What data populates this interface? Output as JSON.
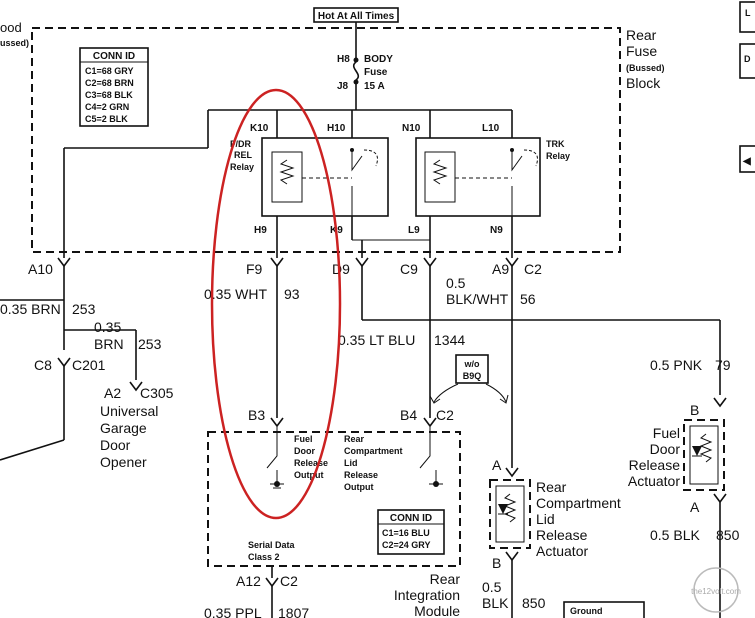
{
  "top_label": "Hot At All Times",
  "corner_left": [
    "ood",
    "ussed)"
  ],
  "corner_right": [
    "L",
    "D",
    "◀"
  ],
  "fuse_block": {
    "title": [
      "Rear",
      "Fuse",
      "(Bussed)",
      "Block"
    ],
    "fuse_top": "H8",
    "fuse_bottom": "J8",
    "fuse_name": [
      "BODY",
      "Fuse",
      "15 A"
    ]
  },
  "conn_id_left": {
    "title": "CONN ID",
    "rows": [
      "C1=68 GRY",
      "C2=68 BRN",
      "C3=68 BLK",
      "C4=2 GRN",
      "C5=2 BLK"
    ]
  },
  "relay_left": {
    "label": [
      "F/DR",
      "REL",
      "Relay"
    ],
    "pins_top": [
      "K10",
      "H10"
    ],
    "pins_bottom": [
      "H9",
      "K9"
    ]
  },
  "relay_right": {
    "label": [
      "TRK",
      "Relay"
    ],
    "pins_top": [
      "N10",
      "L10"
    ],
    "pins_bottom": [
      "L9",
      "N9"
    ]
  },
  "connectors_row": {
    "a10": "A10",
    "f9": "F9",
    "d9": "D9",
    "c9": "C9",
    "a9": "A9",
    "c2": "C2"
  },
  "wires": {
    "brn_253": [
      "0.35 BRN",
      "253"
    ],
    "brn_253_b": [
      "0.35",
      "BRN",
      "253"
    ],
    "wht_93": [
      "0.35 WHT",
      "93"
    ],
    "blu_1344": [
      "0.35 LT BLU",
      "1344"
    ],
    "blk_wht_56": [
      "0.5",
      "BLK/WHT",
      "56"
    ],
    "pnk_79": [
      "0.5 PNK",
      "79"
    ],
    "blk_850_right": [
      "0.5 BLK",
      "850"
    ],
    "blk_850_mid": [
      "0.5",
      "BLK",
      "850"
    ],
    "ppl_1807": [
      "0.35 PPL",
      "1807"
    ]
  },
  "c8_c201": [
    "C8",
    "C201"
  ],
  "a2_c305": [
    "A2",
    "C305"
  ],
  "garage_opener": [
    "Universal",
    "Garage",
    "Door",
    "Opener"
  ],
  "option": [
    "w/o",
    "B9Q"
  ],
  "rim": {
    "pin_b3": "B3",
    "pin_b4": "B4",
    "pin_c2": "C2",
    "fuel_output": [
      "Fuel",
      "Door",
      "Release",
      "Output"
    ],
    "lid_output": [
      "Rear",
      "Compartment",
      "Lid",
      "Release",
      "Output"
    ],
    "serial": [
      "Serial Data",
      "Class 2"
    ],
    "conn_title": "CONN ID",
    "conn_rows": [
      "C1=16 BLU",
      "C2=24 GRY"
    ],
    "a12": "A12",
    "c2b": "C2",
    "name": [
      "Rear",
      "Integration",
      "Module"
    ]
  },
  "lid_actuator": {
    "pin_a": "A",
    "pin_b": "B",
    "name": [
      "Rear",
      "Compartment",
      "Lid",
      "Release",
      "Actuator"
    ]
  },
  "fuel_actuator": {
    "pin_b": "B",
    "pin_a": "A",
    "name": [
      "Fuel",
      "Door",
      "Release",
      "Actuator"
    ]
  },
  "ground_label": "Ground",
  "watermark": "the12volt.com",
  "highlight_color": "#cc2222"
}
